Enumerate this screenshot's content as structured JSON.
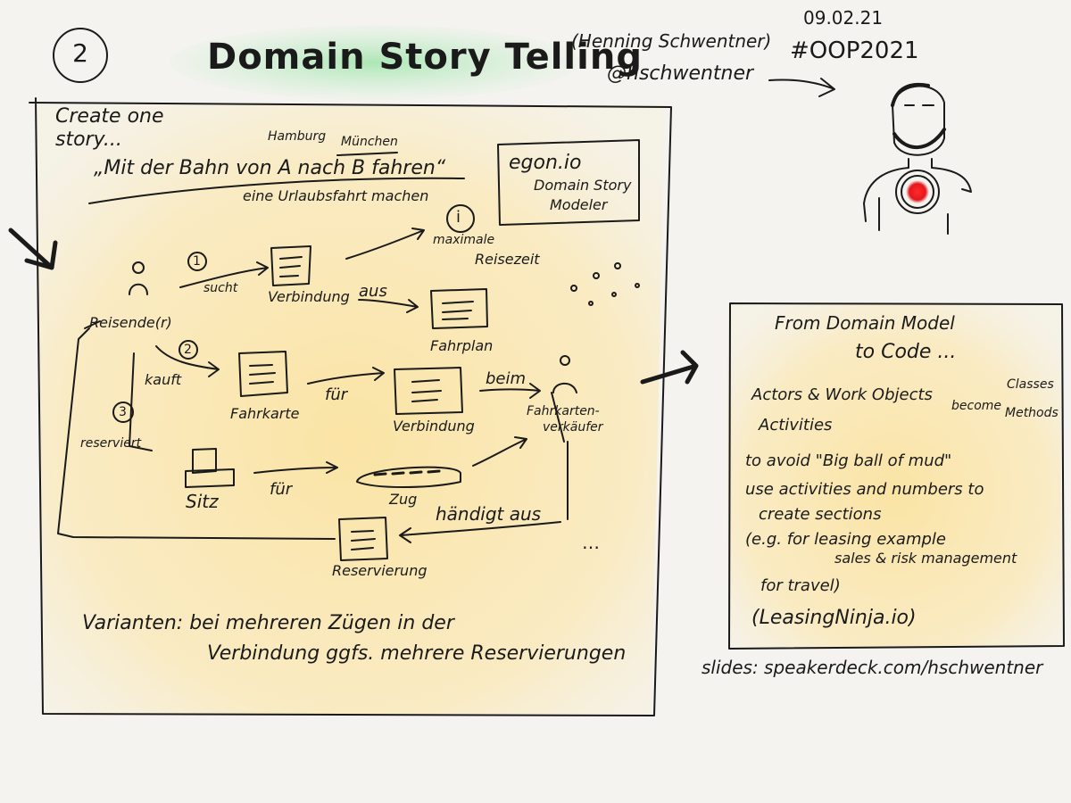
{
  "header": {
    "number": "2",
    "title": "Domain Story Telling",
    "speaker_name": "(Henning Schwentner)",
    "speaker_handle": "@hschwentner",
    "date": "09.02.21",
    "hashtag": "#OOP2021"
  },
  "story": {
    "intro_line1": "Create one",
    "intro_line2": "story...",
    "city_from": "Hamburg",
    "city_to": "München",
    "quote": "„Mit der Bahn von A nach B fahren“",
    "subline": "eine Urlaubsfahrt machen",
    "tool_line1": "egon.io",
    "tool_line2": "Domain Story",
    "tool_line3": "Modeler",
    "nodes": {
      "actor": "Reisende(r)",
      "verbindung1": "Verbindung",
      "fahrplan": "Fahrplan",
      "fahrkarte": "Fahrkarte",
      "verbindung2": "Verbindung",
      "fahrkartenverkaeufer_1": "Fahrkarten-",
      "fahrkartenverkaeufer_2": "verkäufer",
      "sitz": "Sitz",
      "zug": "Zug",
      "reservierung": "Reservierung",
      "info_1": "maximale",
      "info_2": "Reisezeit"
    },
    "labels": {
      "sucht": "sucht",
      "aus": "aus",
      "kauft": "kauft",
      "fuer1": "für",
      "beim": "beim",
      "reserviert": "reserviert",
      "fuer2": "für",
      "haendigt_aus": "händigt aus"
    },
    "step_numbers": [
      "1",
      "2",
      "3"
    ],
    "info_symbol": "i",
    "variants_line1": "Varianten: bei mehreren Zügen in der",
    "variants_line2": "Verbindung ggfs. mehrere Reservierungen"
  },
  "code_box": {
    "title_line1": "From Domain Model",
    "title_line2": "to Code ...",
    "actors_objects": "Actors & Work Objects",
    "become": "become",
    "classes": "Classes",
    "methods": "Methods",
    "activities": "Activities",
    "big_ball_line": "to avoid \"Big ball of mud\"",
    "numbers_line1": "use activities and numbers to",
    "numbers_line2": "create sections",
    "example_line1": "(e.g. for leasing example",
    "example_line2": "sales & risk management",
    "example_line3": "for travel)",
    "ninja": "(LeasingNinja.io)"
  },
  "footer": {
    "slides": "slides: speakerdeck.com/hschwentner"
  },
  "colors": {
    "ink": "#1a1a1a",
    "paper": "#f4f3ef",
    "highlight_yellow": "#fbe6a6",
    "title_green": "#a9e6b2",
    "heart_red": "#e5171c"
  }
}
